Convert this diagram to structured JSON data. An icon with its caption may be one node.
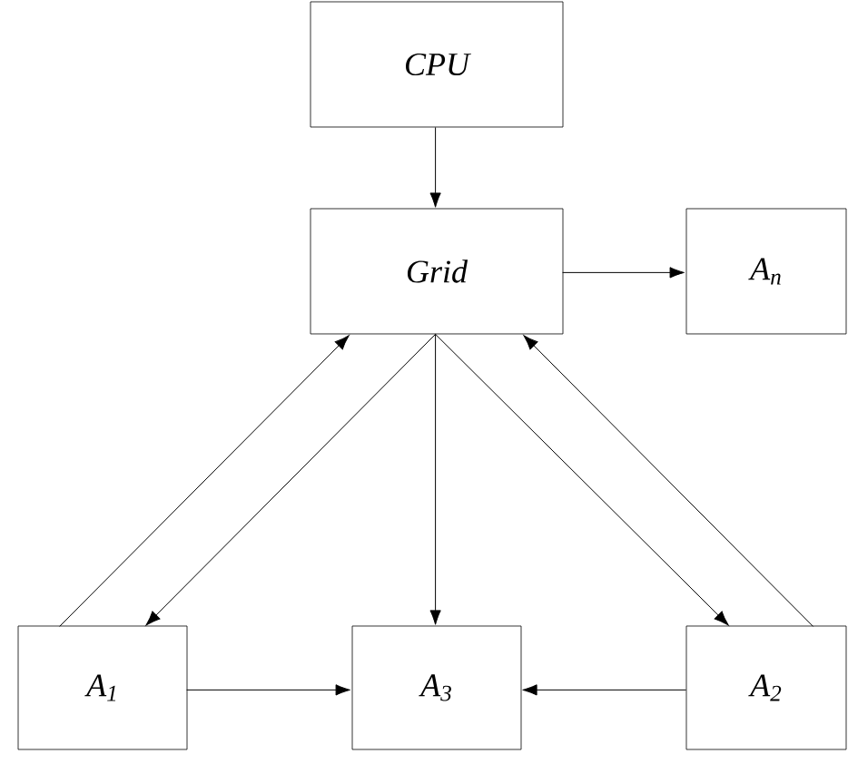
{
  "diagram": {
    "nodes": [
      {
        "text": [
          "CPU"
        ]
      },
      {
        "text": [
          "Grid"
        ]
      },
      {
        "text": [
          "A$_{n}$"
        ]
      },
      {
        "text": [
          "A$_{1}$"
        ]
      },
      {
        "text": [
          "A$_{3}$"
        ]
      },
      {
        "text": [
          "A$_{2}$"
        ]
      }
    ],
    "edges": [
      {
        "from": 0,
        "to": 1,
        "arrow": "to"
      },
      {
        "from": 1,
        "to": 2,
        "arrow": "to"
      },
      {
        "from": 3,
        "to": 1,
        "arrow": "to"
      },
      {
        "from": 1,
        "to": 3,
        "arrow": "to"
      },
      {
        "from": 1,
        "to": 4,
        "arrow": "to"
      },
      {
        "from": 1,
        "to": 5,
        "arrow": "to"
      },
      {
        "from": 5,
        "to": 1,
        "arrow": "to"
      },
      {
        "from": 3,
        "to": 4,
        "arrow": "to"
      },
      {
        "from": 5,
        "to": 4,
        "arrow": "to"
      }
    ]
  }
}
